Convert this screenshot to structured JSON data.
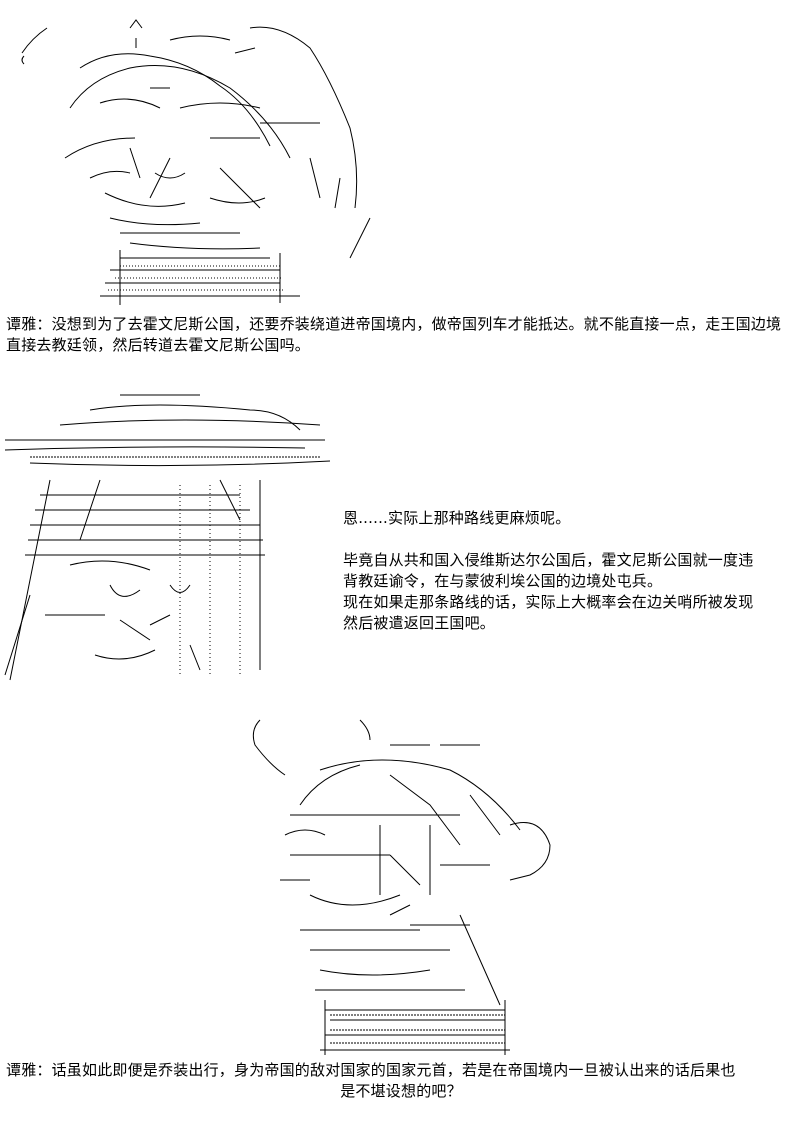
{
  "panels": [
    {
      "art_subject": "character-aa-1",
      "dialogue": {
        "speaker": "谭雅",
        "separator": "：",
        "text": "没想到为了去霍文尼斯公国，还要乔装绕道进帝国境内，做帝国列车才能抵达。就不能直接一点，走王国边境直接去教廷领，然后转道去霍文尼斯公国吗。"
      }
    },
    {
      "art_subject": "character-aa-2",
      "dialogue": {
        "lines": [
          "恩......实际上那种路线更麻烦呢。",
          "毕竟自从共和国入侵维斯达尔公国后，霍文尼斯公国就一度违",
          "背教廷谕令，在与蒙彼利埃公国的边境处屯兵。",
          "现在如果走那条路线的话，实际上大概率会在边关哨所被发现",
          "然后被遣返回王国吧。"
        ]
      }
    },
    {
      "art_subject": "character-aa-3",
      "dialogue": {
        "speaker": "谭雅",
        "separator": "：",
        "text": "话虽如此即便是乔装出行，身为帝国的敌对国家的国家元首，若是在帝国境内一旦被认出来的话后果也",
        "text_continued": "是不堪设想的吧？"
      }
    }
  ]
}
